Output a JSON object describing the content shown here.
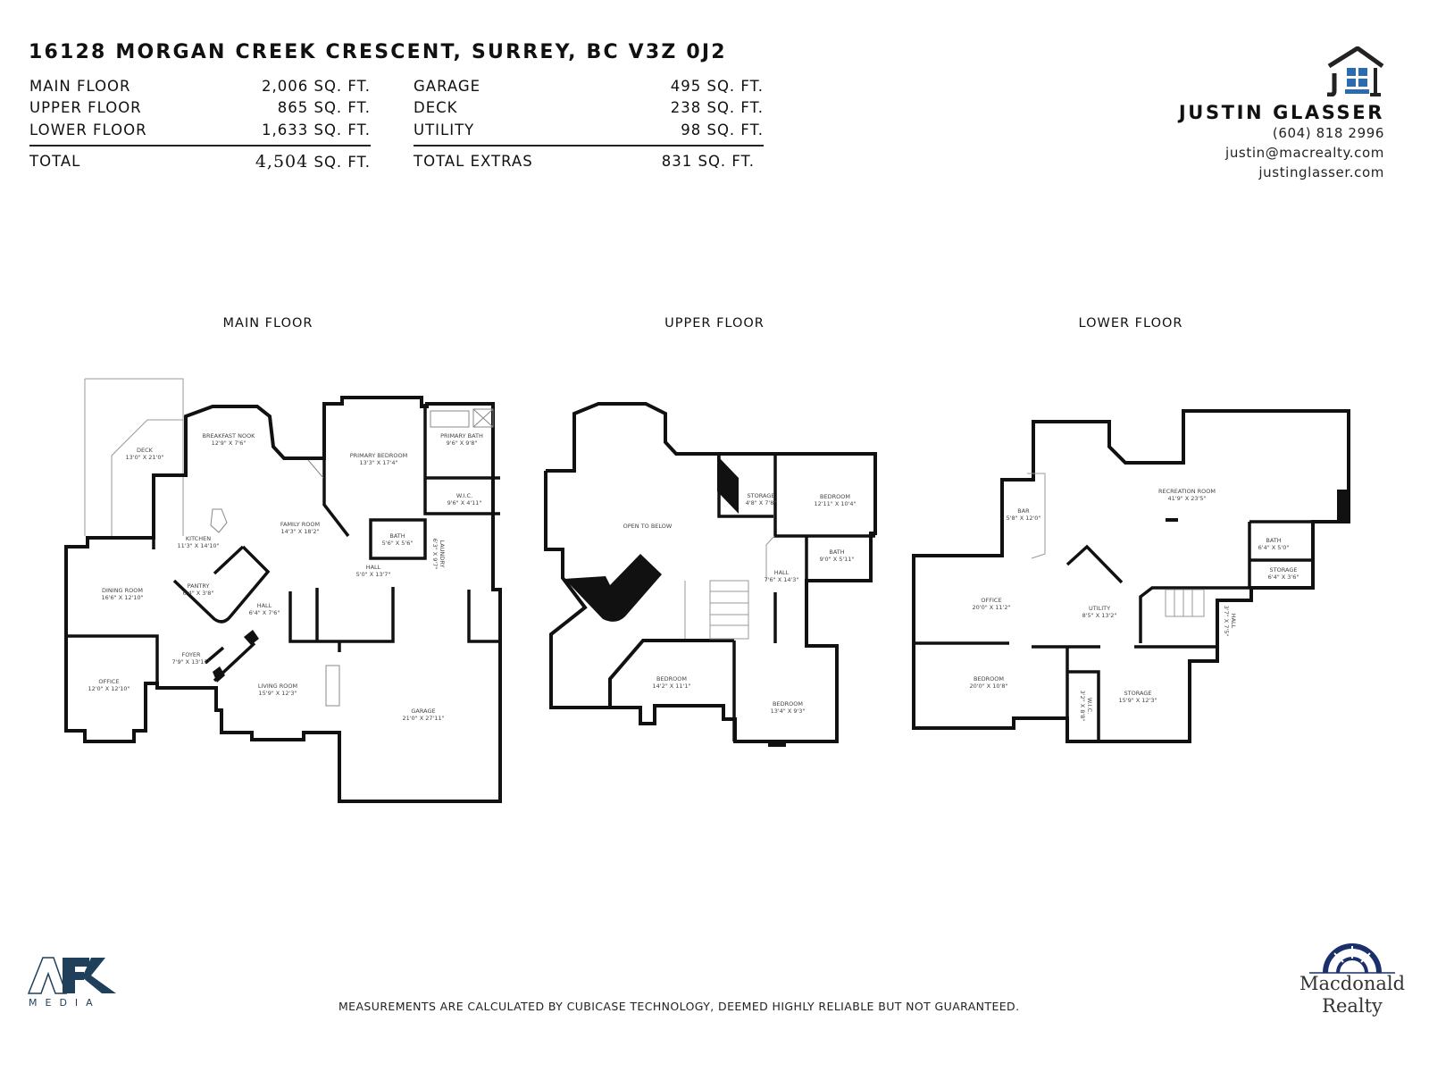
{
  "header": {
    "address": "16128 MORGAN CREEK CRESCENT, SURREY, BC V3Z 0J2"
  },
  "areas": {
    "floors": [
      {
        "label": "MAIN FLOOR",
        "value": "2,006",
        "unit": "SQ. FT."
      },
      {
        "label": "UPPER FLOOR",
        "value": "865",
        "unit": "SQ. FT."
      },
      {
        "label": "LOWER FLOOR",
        "value": "1,633",
        "unit": "SQ. FT."
      }
    ],
    "total": {
      "label": "TOTAL",
      "value": "4,504",
      "unit": "SQ. FT."
    },
    "extras": [
      {
        "label": "GARAGE",
        "value": "495",
        "unit": "SQ. FT."
      },
      {
        "label": "DECK",
        "value": "238",
        "unit": "SQ. FT."
      },
      {
        "label": "UTILITY",
        "value": "98",
        "unit": "SQ. FT."
      }
    ],
    "total_extras": {
      "label": "TOTAL EXTRAS",
      "value": "831",
      "unit": "SQ. FT."
    }
  },
  "agent": {
    "logo_letters": "JG",
    "name": "JUSTIN GLASSER",
    "phone": "(604) 818 2996",
    "email": "justin@macrealty.com",
    "website": "justinglasser.com",
    "logo_color": "#2b6cb0"
  },
  "plans": [
    {
      "title": "MAIN FLOOR",
      "rooms": [
        {
          "name": "DECK",
          "dim": "13'0\" X 21'0\""
        },
        {
          "name": "BREAKFAST NOOK",
          "dim": "12'9\" X 7'6\""
        },
        {
          "name": "PRIMARY BEDROOM",
          "dim": "13'3\" X 17'4\""
        },
        {
          "name": "PRIMARY BATH",
          "dim": "9'6\" X 9'8\""
        },
        {
          "name": "W.I.C.",
          "dim": "9'6\" X 4'11\""
        },
        {
          "name": "KITCHEN",
          "dim": "11'3\" X 14'10\""
        },
        {
          "name": "FAMILY ROOM",
          "dim": "14'3\" X 18'2\""
        },
        {
          "name": "BATH",
          "dim": "5'6\" X 5'6\""
        },
        {
          "name": "LAUNDRY",
          "dim": "6'3\" X 9'7\""
        },
        {
          "name": "HALL",
          "dim": "5'0\" X 13'7\""
        },
        {
          "name": "DINING ROOM",
          "dim": "16'6\" X 12'10\""
        },
        {
          "name": "PANTRY",
          "dim": "6'4\" X 3'8\""
        },
        {
          "name": "HALL",
          "dim": "6'4\" X 7'6\""
        },
        {
          "name": "FOYER",
          "dim": "7'9\" X 13'11\""
        },
        {
          "name": "OFFICE",
          "dim": "12'0\" X 12'10\""
        },
        {
          "name": "LIVING ROOM",
          "dim": "15'9\" X 12'3\""
        },
        {
          "name": "GARAGE",
          "dim": "21'0\" X 27'11\""
        }
      ]
    },
    {
      "title": "UPPER FLOOR",
      "rooms": [
        {
          "name": "OPEN TO BELOW",
          "dim": ""
        },
        {
          "name": "STORAGE",
          "dim": "4'8\" X 7'8\""
        },
        {
          "name": "BEDROOM",
          "dim": "12'11\" X 10'4\""
        },
        {
          "name": "BATH",
          "dim": "9'0\" X 5'11\""
        },
        {
          "name": "HALL",
          "dim": "7'6\" X 14'3\""
        },
        {
          "name": "BEDROOM",
          "dim": "14'2\" X 11'1\""
        },
        {
          "name": "BEDROOM",
          "dim": "13'4\" X 9'3\""
        }
      ]
    },
    {
      "title": "LOWER FLOOR",
      "rooms": [
        {
          "name": "RECREATION ROOM",
          "dim": "41'9\" X 23'5\""
        },
        {
          "name": "BAR",
          "dim": "5'8\" X 12'0\""
        },
        {
          "name": "BATH",
          "dim": "6'4\" X 5'0\""
        },
        {
          "name": "STORAGE",
          "dim": "6'4\" X 3'6\""
        },
        {
          "name": "OFFICE",
          "dim": "20'0\" X 11'2\""
        },
        {
          "name": "UTILITY",
          "dim": "8'5\" X 13'2\""
        },
        {
          "name": "HALL",
          "dim": "3'7\" X 7'5\""
        },
        {
          "name": "BEDROOM",
          "dim": "20'0\" X 10'8\""
        },
        {
          "name": "W.I.C.",
          "dim": "3'2\" X 8'8\""
        },
        {
          "name": "STORAGE",
          "dim": "15'9\" X 12'3\""
        }
      ]
    }
  ],
  "footer": {
    "disclaimer": "MEASUREMENTS ARE CALCULATED BY CUBICASE TECHNOLOGY, DEEMED HIGHLY RELIABLE BUT NOT GUARANTEED.",
    "afk_logo": "AFK",
    "afk_sub": "MEDIA",
    "afk_color": "#1f3f5b",
    "brokerage_line1": "Macdonald",
    "brokerage_line2": "Realty",
    "brokerage_color": "#1b2f6b"
  }
}
